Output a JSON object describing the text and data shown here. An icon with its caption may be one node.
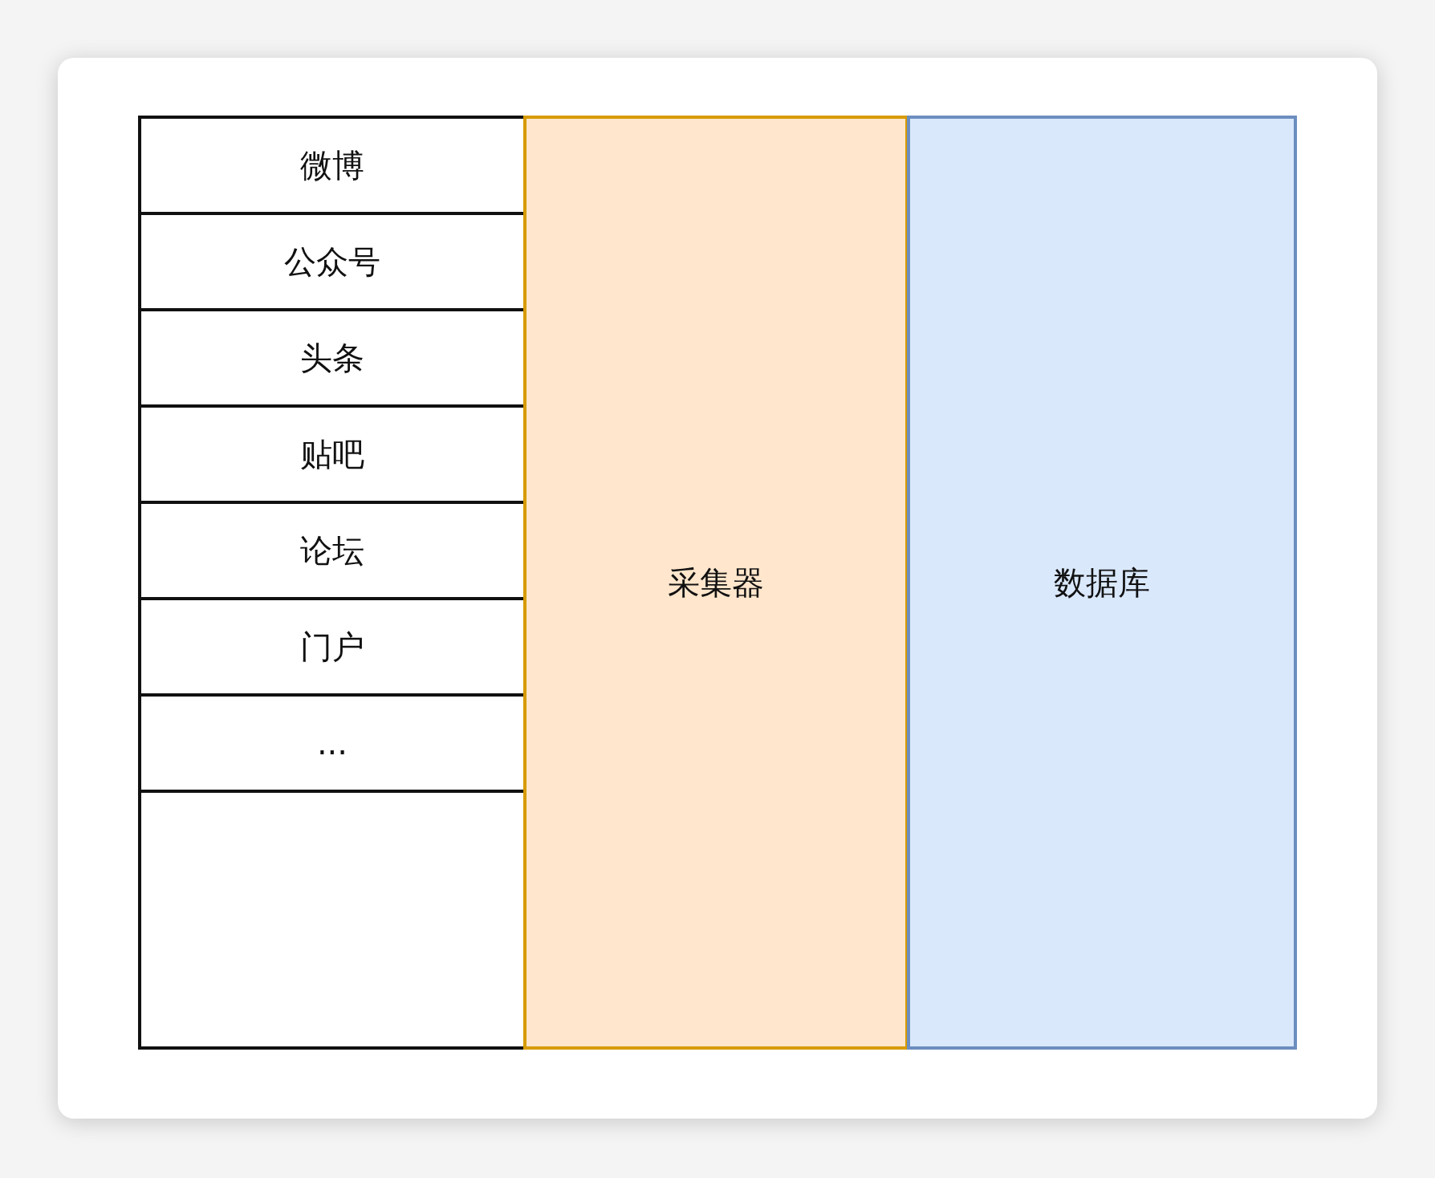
{
  "diagram": {
    "nodes": [
      {
        "text": [],
        "shape": "box"
      },
      {
        "text": [
          "微博"
        ],
        "in": 0
      },
      {
        "text": [
          "公众号"
        ],
        "in": 0
      },
      {
        "text": [
          "头条"
        ],
        "in": 0
      },
      {
        "text": [
          "贴吧"
        ],
        "in": 0
      },
      {
        "text": [
          "论坛"
        ],
        "in": 0
      },
      {
        "text": [
          "门户"
        ],
        "in": 0
      },
      {
        "text": [
          "..."
        ],
        "in": 0
      },
      {
        "text": [
          "采集器"
        ]
      },
      {
        "text": [
          "数据库"
        ]
      }
    ]
  }
}
